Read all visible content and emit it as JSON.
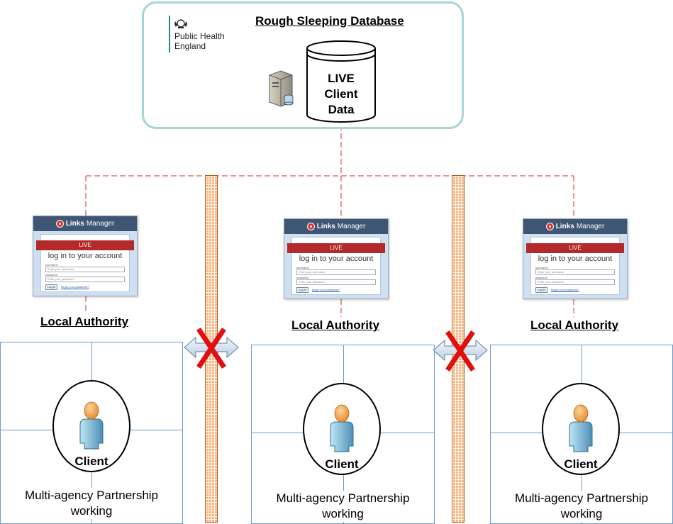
{
  "database": {
    "title": "Rough Sleeping Database",
    "store_lines": [
      "LIVE",
      "Client",
      "Data"
    ],
    "logo": {
      "name_line1": "Public Health",
      "name_line2": "England",
      "crest_icon": "royal-crest-icon"
    },
    "server_icon": "server-icon",
    "cylinder_icon": "database-cylinder-icon",
    "panel_border_color": "#a7d4d8"
  },
  "login_screen": {
    "brand_bold": "Links",
    "brand_light": "Manager",
    "ribbon": "LIVE",
    "heading": "log in to your account",
    "username_label": "username",
    "username_placeholder": "Enter your username",
    "password_label": "password",
    "password_placeholder": "Enter your password",
    "button": "Log in",
    "forgot_link": "forgot your password?"
  },
  "authorities": [
    {
      "label": "Local Authority",
      "client_label": "Client",
      "partnership_line1": "Multi-agency Partnership",
      "partnership_line2": "working"
    },
    {
      "label": "Local Authority",
      "client_label": "Client",
      "partnership_line1": "Multi-agency Partnership",
      "partnership_line2": "working"
    },
    {
      "label": "Local Authority",
      "client_label": "Client",
      "partnership_line1": "Multi-agency Partnership",
      "partnership_line2": "working"
    }
  ],
  "icons": {
    "firewall": "firewall-icon",
    "blocked_arrow": "blocked-double-arrow-icon",
    "person": "person-icon"
  },
  "colors": {
    "connector": "#c8302c",
    "firewall_fill": "#f9b47d",
    "cross": "#e01010",
    "grid_lines": "#6a9ccc"
  }
}
